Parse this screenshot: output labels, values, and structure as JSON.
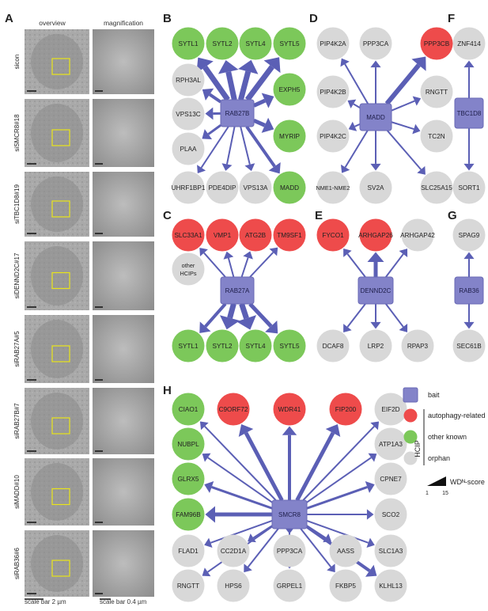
{
  "panel_letters": {
    "A": "A",
    "B": "B",
    "C": "C",
    "D": "D",
    "E": "E",
    "F": "F",
    "G": "G",
    "H": "H"
  },
  "panelA": {
    "col_overview": "overview",
    "col_magnification": "magnification",
    "rows": [
      "sicon",
      "siSMCR8#18",
      "siTBC1D8#19",
      "siDENND2C#17",
      "siRAB27A#5",
      "siRAB27B#7",
      "siMADD#10",
      "siRAB36#6"
    ],
    "scale_overview": "scale bar 2 µm",
    "scale_magnification": "scale bar 0.4 µm"
  },
  "legend": {
    "bait": "bait",
    "autophagy": "autophagy-related",
    "other_known": "other known",
    "orphan": "orphan",
    "hcip": "HCIP",
    "wd_score": "WDᴺ-score",
    "scale_min": "1",
    "scale_max": "15"
  },
  "colors": {
    "bait": "#8383c9",
    "autophagy": "#ee4b4b",
    "other_known": "#7cc85a",
    "orphan": "#d8d8d8",
    "edge": "#5b5fb5",
    "highlight": "#e9e41a"
  },
  "networks": {
    "B": {
      "bait": "RAB27B",
      "nodes": [
        {
          "label": "SYTL1",
          "type": "other_known"
        },
        {
          "label": "SYTL2",
          "type": "other_known"
        },
        {
          "label": "SYTL4",
          "type": "other_known"
        },
        {
          "label": "SYTL5",
          "type": "other_known"
        },
        {
          "label": "RPH3AL",
          "type": "orphan"
        },
        {
          "label": "EXPH5",
          "type": "other_known"
        },
        {
          "label": "VPS13C",
          "type": "orphan"
        },
        {
          "label": "MYRIP",
          "type": "other_known"
        },
        {
          "label": "PLAA",
          "type": "orphan"
        },
        {
          "label": "UHRF1BP1",
          "type": "orphan"
        },
        {
          "label": "PDE4DIP",
          "type": "orphan"
        },
        {
          "label": "VPS13A",
          "type": "orphan"
        },
        {
          "label": "MADD",
          "type": "other_known"
        }
      ]
    },
    "C": {
      "bait": "RAB27A",
      "nodes": [
        {
          "label": "SLC33A1",
          "type": "autophagy"
        },
        {
          "label": "VMP1",
          "type": "autophagy"
        },
        {
          "label": "ATG2B",
          "type": "autophagy"
        },
        {
          "label": "TM9SF1",
          "type": "autophagy"
        },
        {
          "label": "other HCIPs",
          "type": "orphan"
        },
        {
          "label": "SYTL1",
          "type": "other_known"
        },
        {
          "label": "SYTL2",
          "type": "other_known"
        },
        {
          "label": "SYTL4",
          "type": "other_known"
        },
        {
          "label": "SYTL5",
          "type": "other_known"
        }
      ]
    },
    "D": {
      "bait": "MADD",
      "nodes": [
        {
          "label": "PIP4K2A",
          "type": "orphan"
        },
        {
          "label": "PPP3CA",
          "type": "orphan"
        },
        {
          "label": "PPP3CB",
          "type": "autophagy"
        },
        {
          "label": "PIP4K2B",
          "type": "orphan"
        },
        {
          "label": "RNGTT",
          "type": "orphan"
        },
        {
          "label": "PIP4K2C",
          "type": "orphan"
        },
        {
          "label": "TC2N",
          "type": "orphan"
        },
        {
          "label": "NME1-NME2",
          "type": "orphan"
        },
        {
          "label": "SV2A",
          "type": "orphan"
        },
        {
          "label": "SLC25A15",
          "type": "orphan"
        }
      ]
    },
    "E": {
      "bait": "DENND2C",
      "nodes": [
        {
          "label": "FYCO1",
          "type": "autophagy"
        },
        {
          "label": "ARHGAP26",
          "type": "autophagy"
        },
        {
          "label": "ARHGAP42",
          "type": "orphan"
        },
        {
          "label": "DCAF8",
          "type": "orphan"
        },
        {
          "label": "LRP2",
          "type": "orphan"
        },
        {
          "label": "RPAP3",
          "type": "orphan"
        }
      ]
    },
    "F": {
      "bait": "TBC1D8",
      "nodes": [
        {
          "label": "ZNF414",
          "type": "orphan"
        },
        {
          "label": "SORT1",
          "type": "orphan"
        }
      ]
    },
    "G": {
      "bait": "RAB36",
      "nodes": [
        {
          "label": "SPAG9",
          "type": "orphan"
        },
        {
          "label": "SEC61B",
          "type": "orphan"
        }
      ]
    },
    "H": {
      "bait": "SMCR8",
      "nodes": [
        {
          "label": "CIAO1",
          "type": "other_known"
        },
        {
          "label": "C9ORF72",
          "type": "autophagy"
        },
        {
          "label": "WDR41",
          "type": "autophagy"
        },
        {
          "label": "FIP200",
          "type": "autophagy"
        },
        {
          "label": "EIF2D",
          "type": "orphan"
        },
        {
          "label": "NUBPL",
          "type": "other_known"
        },
        {
          "label": "ATP1A3",
          "type": "orphan"
        },
        {
          "label": "GLRX5",
          "type": "other_known"
        },
        {
          "label": "CPNE7",
          "type": "orphan"
        },
        {
          "label": "FAM96B",
          "type": "other_known"
        },
        {
          "label": "SCO2",
          "type": "orphan"
        },
        {
          "label": "FLAD1",
          "type": "orphan"
        },
        {
          "label": "CC2D1A",
          "type": "orphan"
        },
        {
          "label": "PPP3CA",
          "type": "orphan"
        },
        {
          "label": "AASS",
          "type": "orphan"
        },
        {
          "label": "SLC1A3",
          "type": "orphan"
        },
        {
          "label": "RNGTT",
          "type": "orphan"
        },
        {
          "label": "HPS6",
          "type": "orphan"
        },
        {
          "label": "GRPEL1",
          "type": "orphan"
        },
        {
          "label": "FKBP5",
          "type": "orphan"
        },
        {
          "label": "KLHL13",
          "type": "orphan"
        }
      ]
    }
  }
}
